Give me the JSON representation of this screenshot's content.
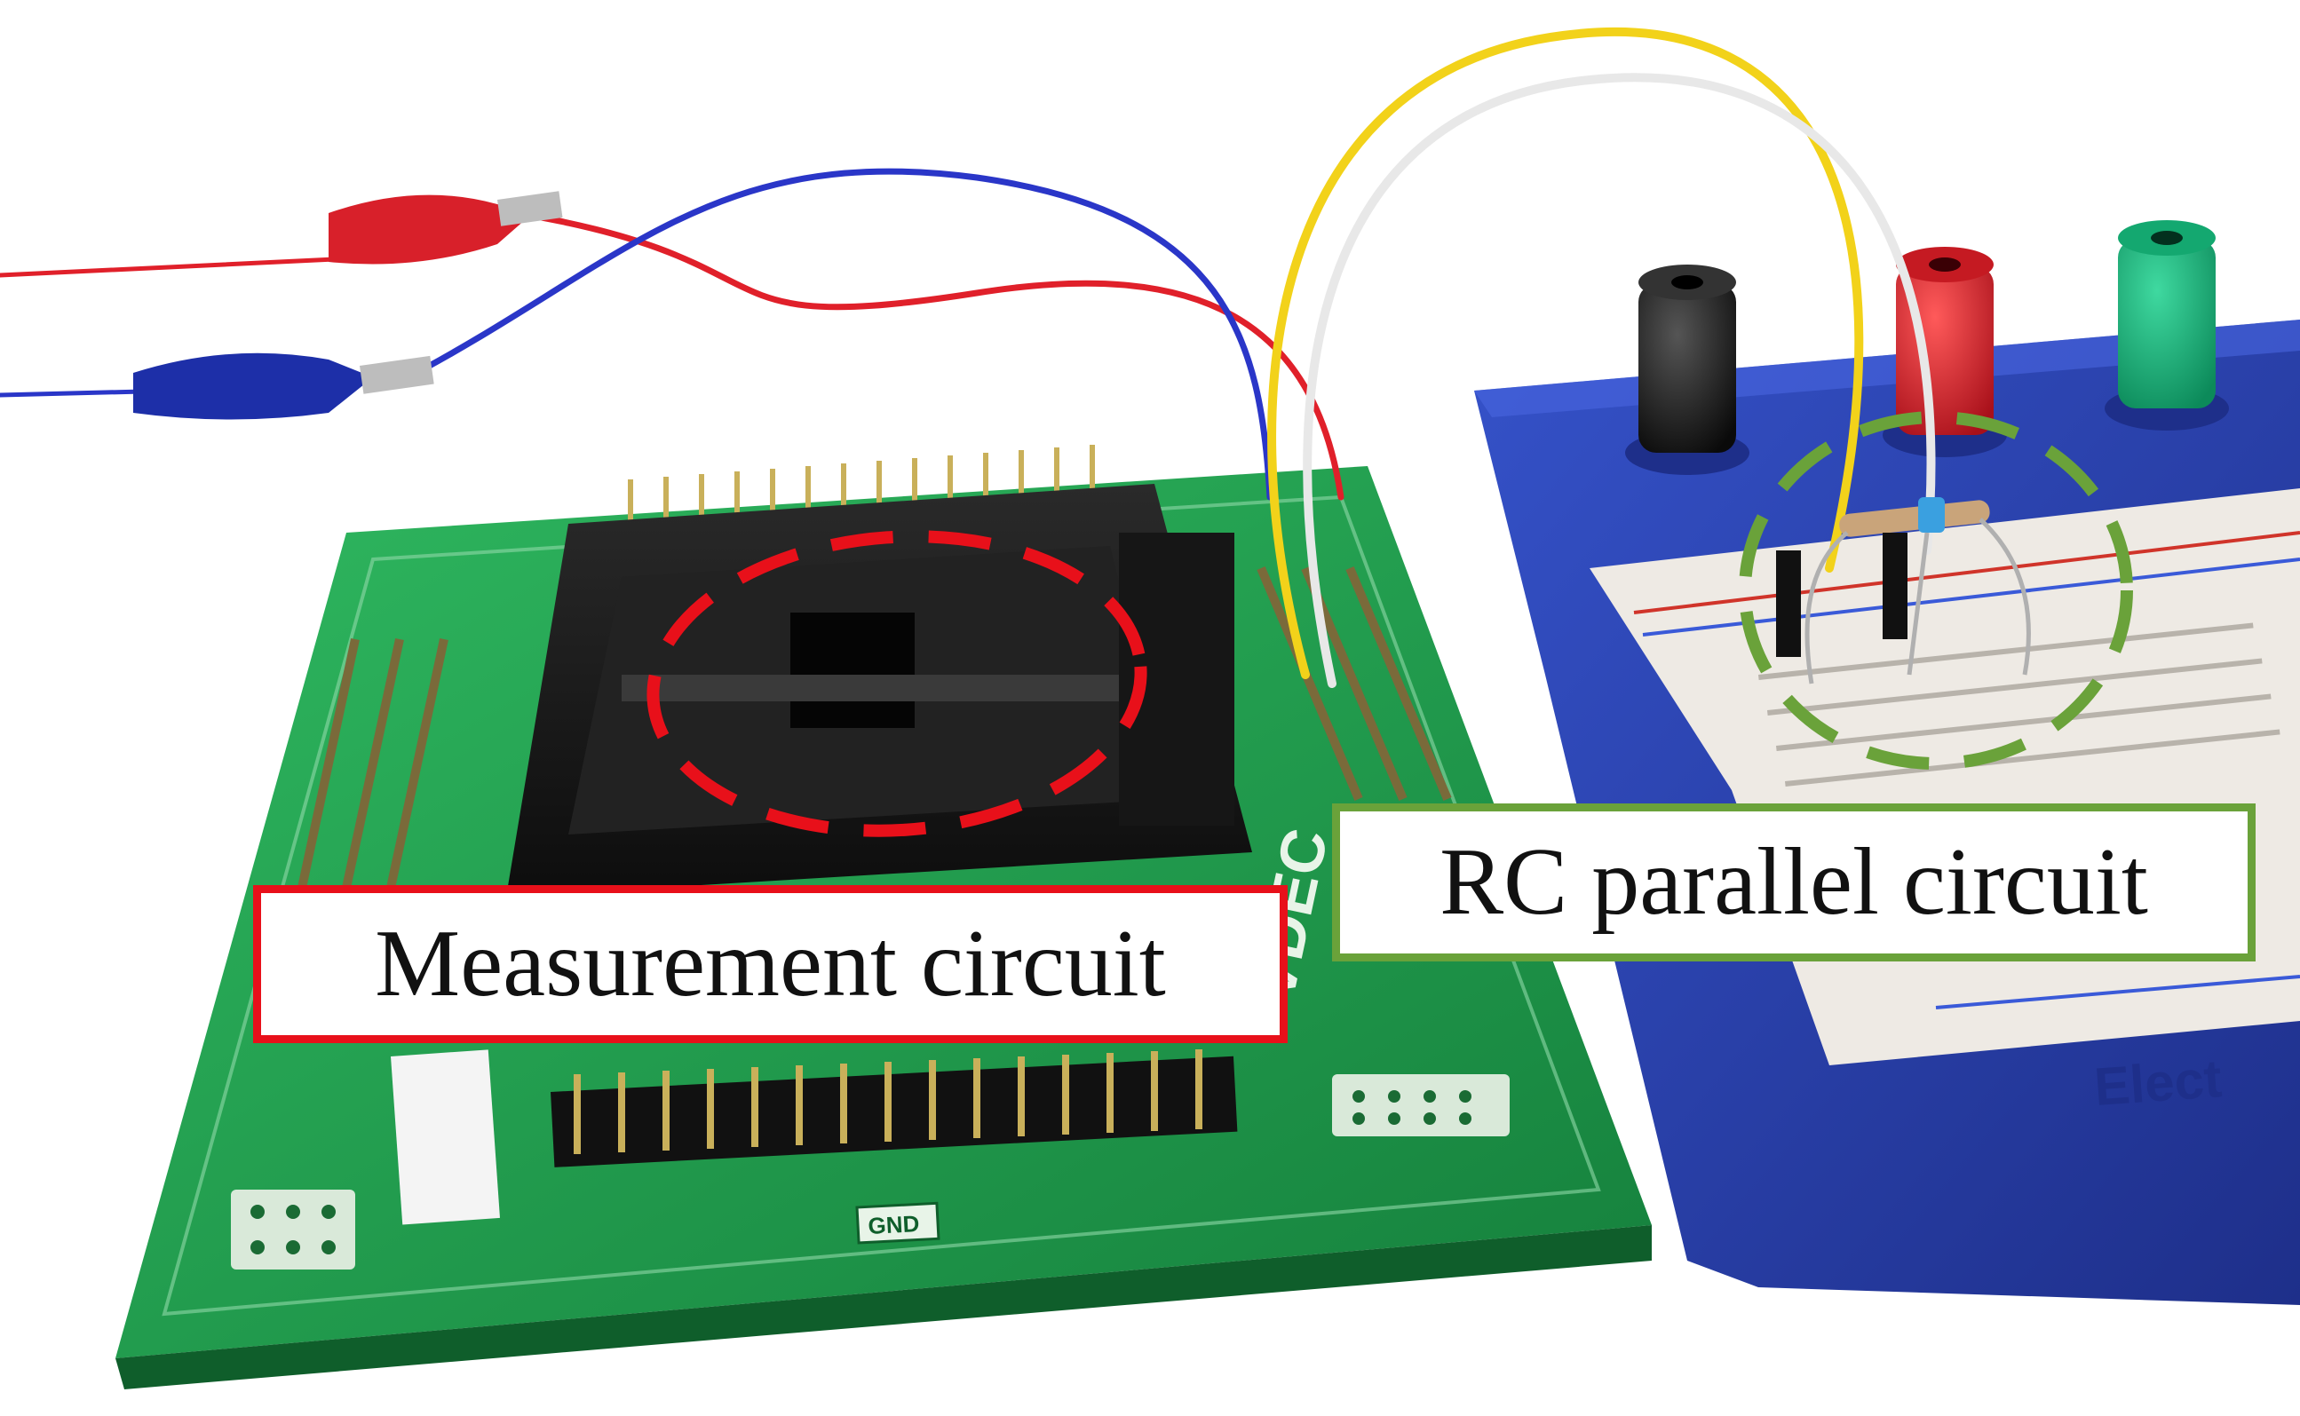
{
  "labels": {
    "measurement": "Measurement circuit",
    "rc_parallel": "RC parallel circuit"
  },
  "board": {
    "brand": "VDEC",
    "gnd": "GND",
    "breadboard_brand": "Elect"
  },
  "colors": {
    "pcb_green": "#1f9a4b",
    "breadboard_blue": "#2740a8",
    "socket_black": "#1c1c1c",
    "measurement_highlight": "#e8101a",
    "rc_highlight": "#6aa23a",
    "wire_red": "#e0202a",
    "wire_blue": "#2a36c8",
    "wire_yellow": "#f2d21a",
    "wire_white": "#e8e8e8"
  }
}
